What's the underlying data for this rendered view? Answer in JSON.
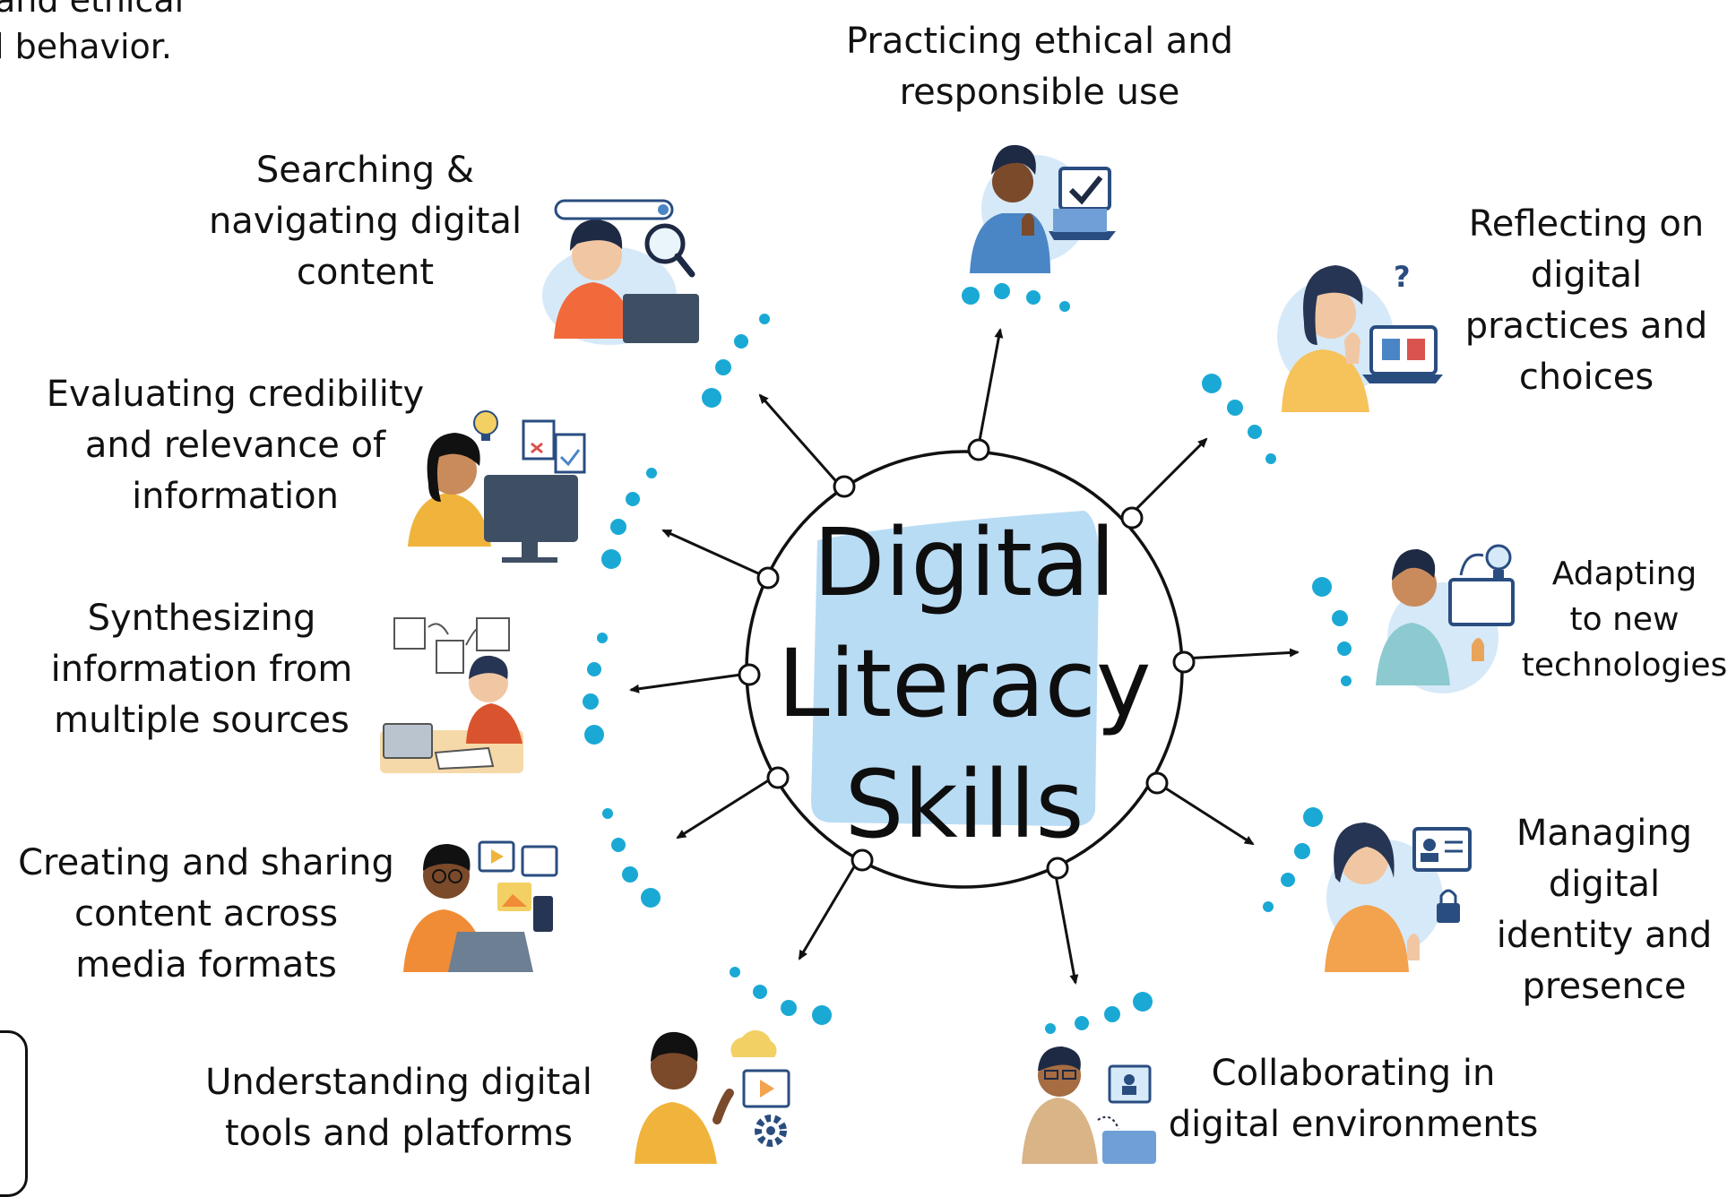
{
  "center": {
    "line1": "Digital",
    "line2": "Literacy",
    "line3": "Skills"
  },
  "skills": [
    {
      "id": "ethical",
      "lines": [
        "Practicing ethical and",
        "responsible use"
      ]
    },
    {
      "id": "reflecting",
      "lines": [
        "Reflecting on",
        "digital",
        "practices and",
        "choices"
      ]
    },
    {
      "id": "adapting",
      "lines": [
        "Adapting",
        "to new",
        "technologies"
      ]
    },
    {
      "id": "managing",
      "lines": [
        "Managing",
        "digital",
        "identity and",
        "presence"
      ]
    },
    {
      "id": "collaborating",
      "lines": [
        "Collaborating in",
        "digital environments"
      ]
    },
    {
      "id": "understanding",
      "lines": [
        "Understanding digital",
        "tools and platforms"
      ]
    },
    {
      "id": "creating",
      "lines": [
        "Creating and sharing",
        "content across",
        "media formats"
      ]
    },
    {
      "id": "synthesizing",
      "lines": [
        "Synthesizing",
        "information from",
        "multiple sources"
      ]
    },
    {
      "id": "evaluating",
      "lines": [
        "Evaluating credibility",
        "and relevance of",
        "information"
      ]
    },
    {
      "id": "searching",
      "lines": [
        "Searching &",
        "navigating digital",
        "content"
      ]
    }
  ],
  "partial_text": {
    "line1": "and ethical",
    "line2": "l behavior."
  },
  "colors": {
    "accent_dots": "#1aa9d4",
    "center_highlight": "#b9dcf5",
    "ink": "#111111"
  }
}
